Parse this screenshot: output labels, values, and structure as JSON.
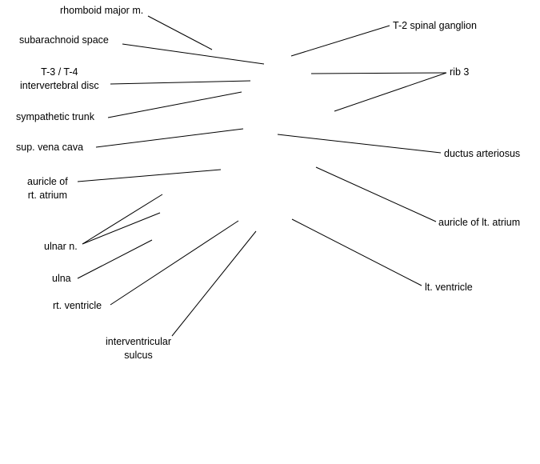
{
  "colors": {
    "text": "#000000",
    "line": "#000000",
    "background": "#ffffff"
  },
  "labels": {
    "rhomboid_major": "rhomboid major m.",
    "subarachnoid_space": "subarachnoid space",
    "disc_line1": "T-3 / T-4",
    "disc_line2": "intervertebral disc",
    "sympathetic_trunk": "sympathetic trunk",
    "sup_vena_cava": "sup. vena cava",
    "auricle_rt_line1": "auricle of",
    "auricle_rt_line2": "rt. atrium",
    "ulnar_nerve": "ulnar n.",
    "ulna": "ulna",
    "rt_ventricle": "rt. ventricle",
    "interventricular_line1": "interventricular",
    "interventricular_line2": "sulcus",
    "t2_spinal_ganglion": "T-2 spinal ganglion",
    "rib_3": "rib 3",
    "ductus_arteriosus": "ductus arteriosus",
    "auricle_lt_atrium": "auricle of lt. atrium",
    "lt_ventricle": "lt. ventricle"
  }
}
